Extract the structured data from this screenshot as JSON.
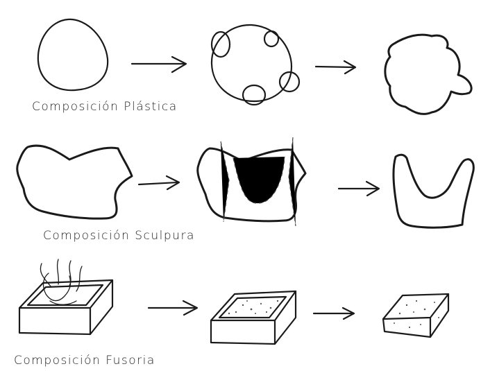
{
  "captions": {
    "row1": "Composición Plástica",
    "row2": "Composición Sculpura",
    "row3": "Composición Fusoria"
  }
}
